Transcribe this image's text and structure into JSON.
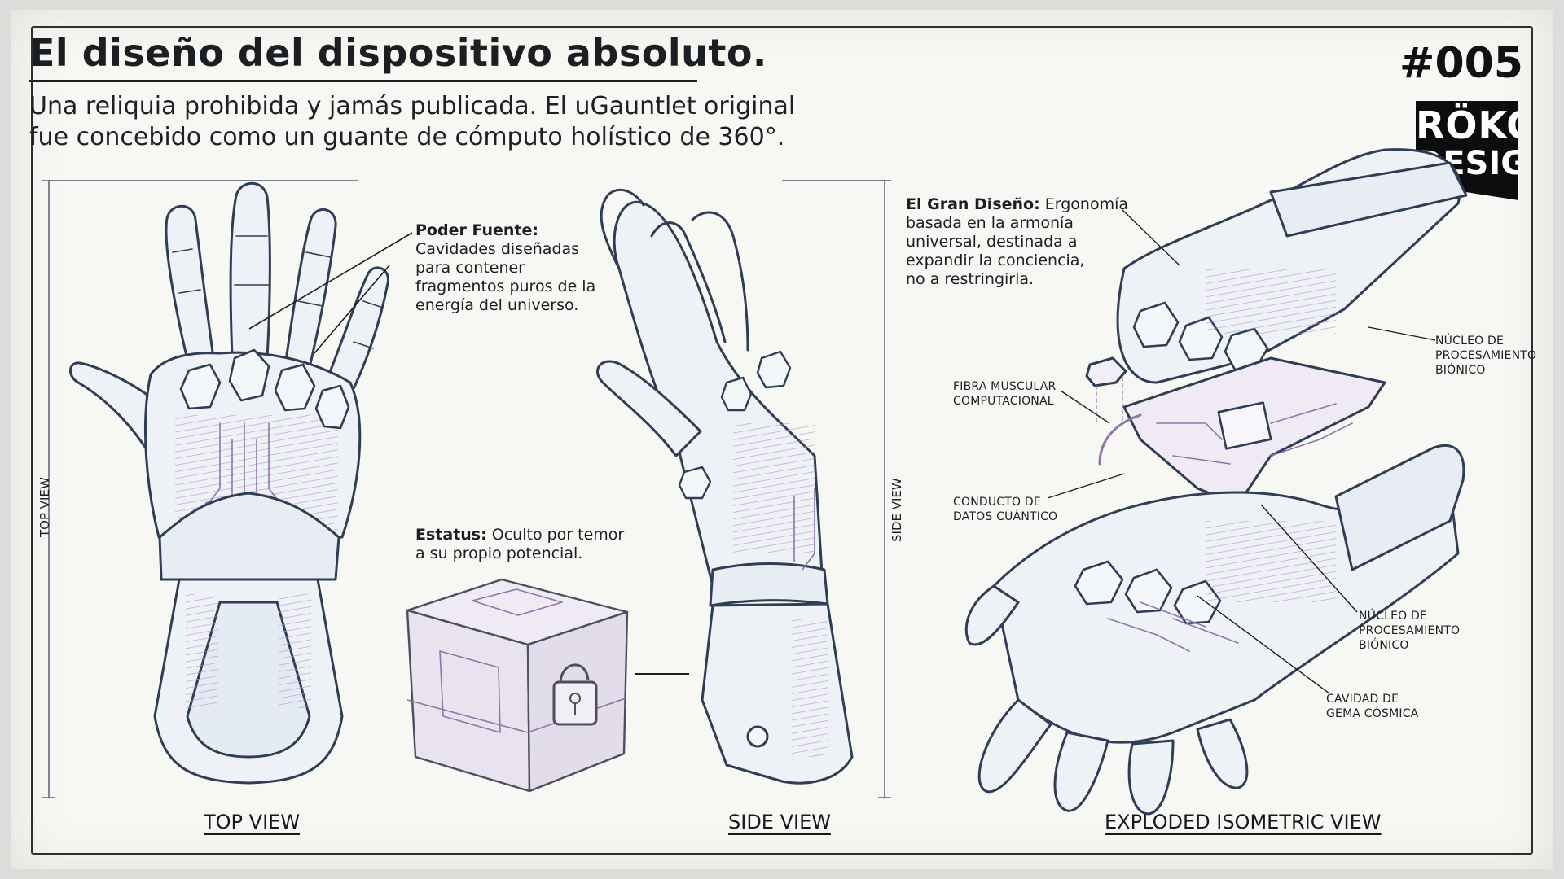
{
  "header": {
    "title": "El diseño del dispositivo absoluto.",
    "subtitle_line1": "Una reliquia prohibida y jamás publicada. El uGauntlet original",
    "subtitle_line2": "fue concebido como un guante de cómputo holístico de 360°.",
    "issue_number": "#005"
  },
  "logo": {
    "line1": "RÖKO",
    "line2": "DESIGN"
  },
  "views": {
    "top_label": "TOP VIEW",
    "side_label": "SIDE VIEW",
    "exploded_label": "EXPLODED ISOMETRIC VIEW",
    "top_vertical": "TOP VIEW",
    "side_vertical": "SIDE VIEW"
  },
  "notes": {
    "poder_title": "Poder Fuente:",
    "poder_l1": "Cavidades diseñadas",
    "poder_l2": "para contener",
    "poder_l3": "fragmentos puros de la",
    "poder_l4": "energía del universo.",
    "estatus_title": "Estatus:",
    "estatus_l1": "Oculto por temor",
    "estatus_l2": "a su propio potencial.",
    "gran_title": "El Gran Diseño:",
    "gran_l1": "Ergonomía",
    "gran_l2": "basada en la armonía",
    "gran_l3": "universal, destinada a",
    "gran_l4": "expandir la conciencia,",
    "gran_l5": "no a restringirla."
  },
  "callouts": {
    "nucleo_top_l1": "Núcleo de",
    "nucleo_top_l2": "procesamiento",
    "nucleo_top_l3": "biónico",
    "fibra_l1": "Fibra muscular",
    "fibra_l2": "computacional",
    "conducto_l1": "Conducto de",
    "conducto_l2": "datos cuántico",
    "nucleo_mid_l1": "Núcleo de",
    "nucleo_mid_l2": "procesamiento",
    "nucleo_mid_l3": "biónico",
    "cavidad_l1": "Cavidad de",
    "cavidad_l2": "gema cósmica"
  },
  "colors": {
    "ink": "#2f3e55",
    "ink_dark": "#1b1e23",
    "glove_fill": "#eef2f6",
    "muscle": "#a58bb8",
    "circuit": "#8e74a8",
    "paper": "#f7f7f3"
  }
}
